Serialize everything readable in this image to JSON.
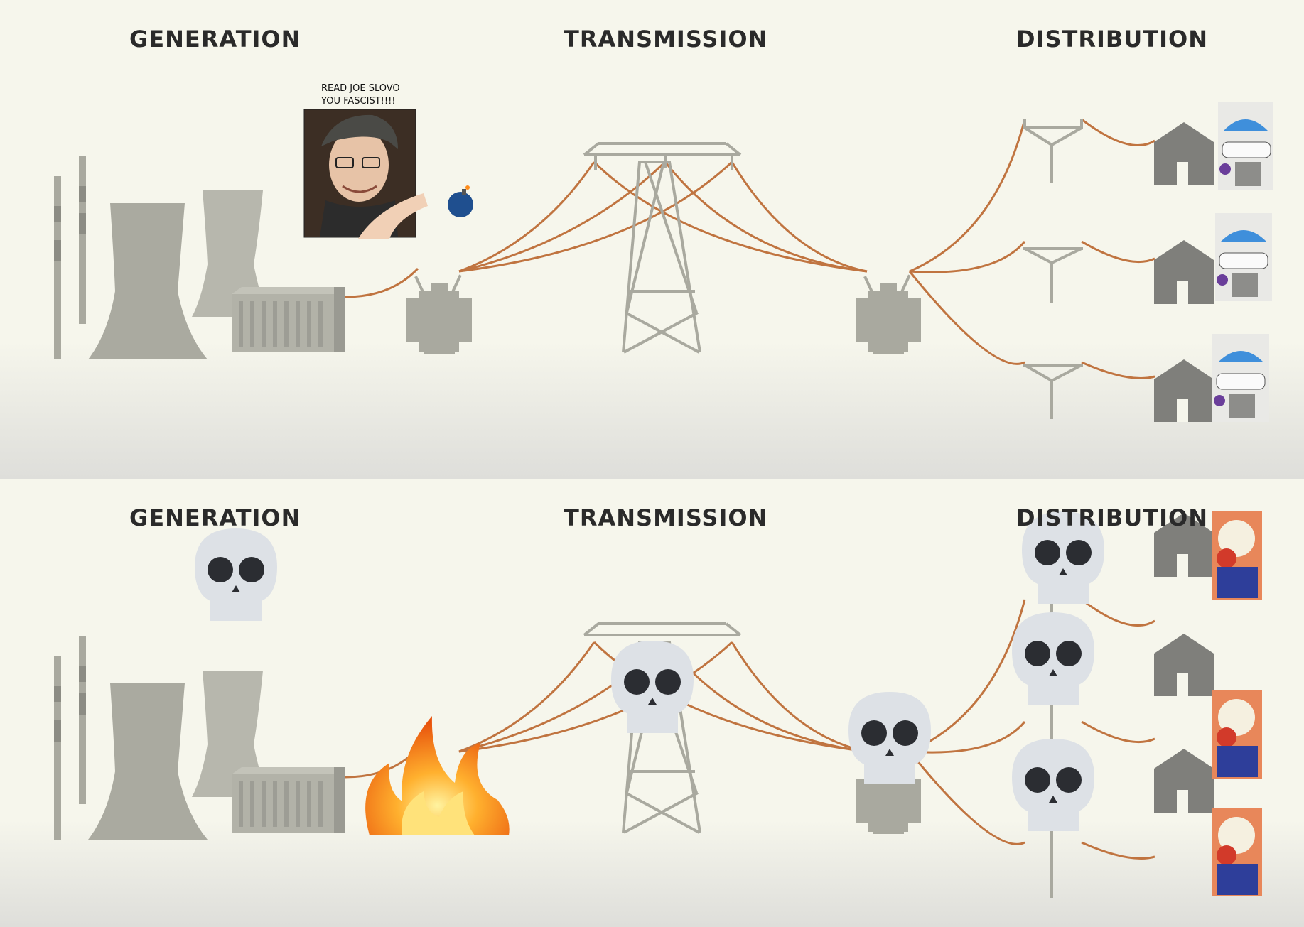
{
  "panels": [
    {
      "id": "before",
      "sections": [
        "GENERATION",
        "TRANSMISSION",
        "DISTRIBUTION"
      ],
      "caption": "READ JOE SLOVO\nYOU FASCIST!!!!"
    },
    {
      "id": "after",
      "sections": [
        "GENERATION",
        "TRANSMISSION",
        "DISTRIBUTION"
      ]
    }
  ],
  "colors": {
    "background": "#f6f6ec",
    "structure": "#a9a99f",
    "house": "#7f7f7b",
    "power_line": "#c07440",
    "skull": "#dde1e6",
    "fire": "#ff8c1a"
  },
  "icons": [
    "cooling-tower-icon",
    "generator-icon",
    "transformer-icon",
    "pylon-icon",
    "utility-pole-icon",
    "house-icon",
    "skull-icon",
    "fire-icon",
    "bomb-icon"
  ]
}
